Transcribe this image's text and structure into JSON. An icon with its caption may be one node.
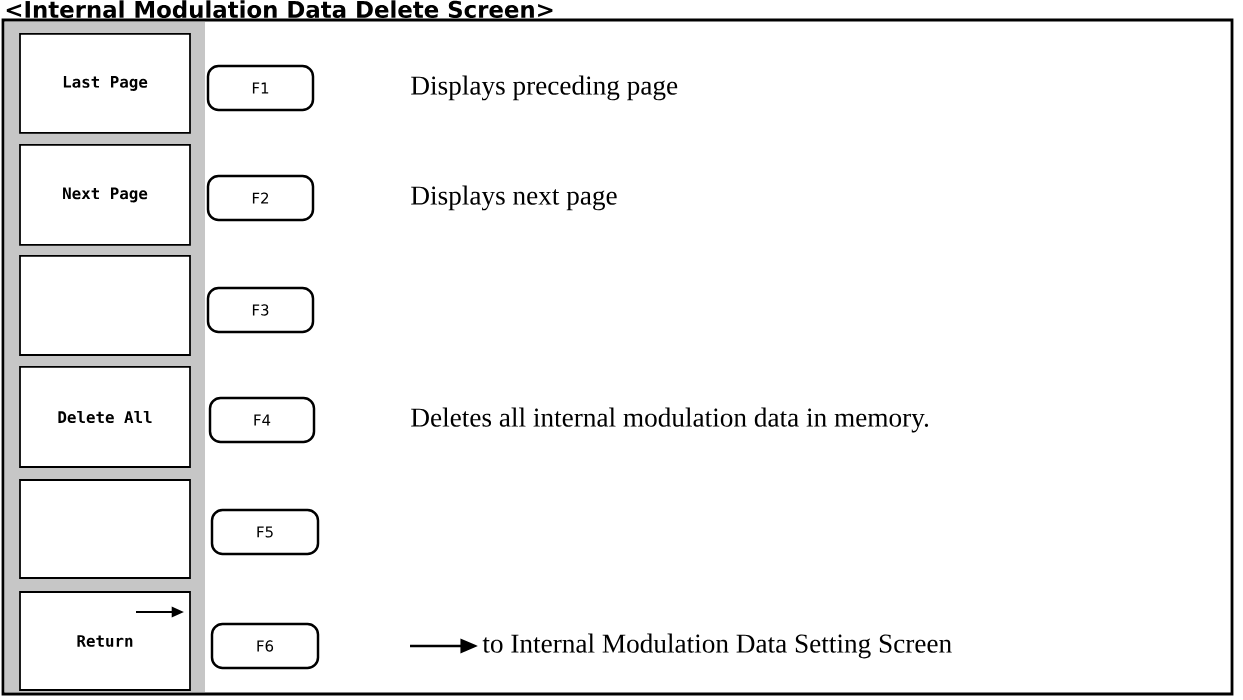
{
  "diagram": {
    "title": "<Internal Modulation Data Delete Screen>",
    "nodes": [
      {
        "text": [
          "Last Page"
        ]
      },
      {
        "text": [
          "Next Page"
        ]
      },
      {
        "text": [],
        "shape": "box"
      },
      {
        "text": [
          "Delete All"
        ]
      },
      {
        "text": [],
        "shape": "box"
      },
      {
        "text": [
          "Return"
        ]
      },
      {
        "text": [
          "F1"
        ]
      },
      {
        "text": [
          "F2"
        ]
      },
      {
        "text": [
          "F3"
        ]
      },
      {
        "text": [
          "F4"
        ]
      },
      {
        "text": [
          "F5"
        ]
      },
      {
        "text": [
          "F6"
        ]
      }
    ],
    "labels": [
      "Displays preceding page",
      "Displays next page",
      "Deletes all internal modulation data in memory.",
      "to Internal Modulation Data Setting Screen"
    ]
  }
}
